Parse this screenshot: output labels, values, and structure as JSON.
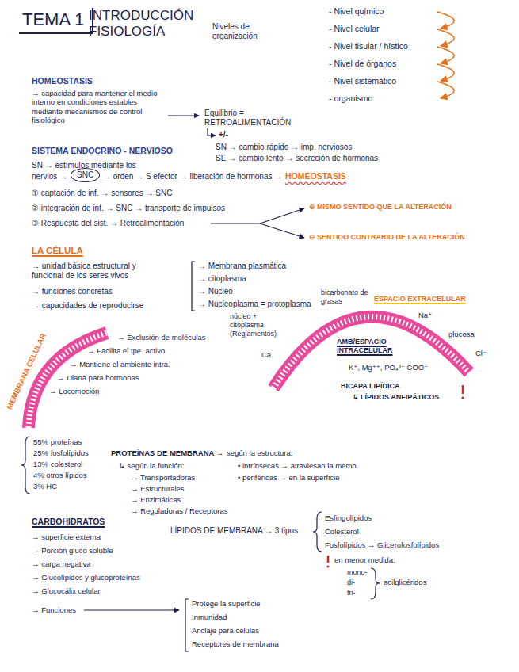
{
  "diagram": {
    "title": "INTRODUCCIÓN FISIOLOGÍA",
    "nodes": [
      {
        "text": [
          "TEMA 1"
        ]
      },
      {
        "text": [
          "SNC"
        ]
      }
    ],
    "labels": [
      "Niveles de organización",
      "- Nivel químico",
      "- Nivel celular",
      "- Nivel tisular / hístico",
      "- Nivel de órganos",
      "- Nivel sistemático",
      "- organismo",
      "HOMEOSTASIS",
      "→ capacidad para mantener el medio interno en condiciones estables mediante mecanismos de control fisiológico",
      "Equilibrio = RETROALIMENTACIÓN",
      "+/-",
      "SISTEMA ENDOCRINO - NERVIOSO",
      "SN → cambio rápido → imp. nerviosos",
      "SE → cambio lento → secreción de hormonas",
      "SN → estímulos mediante los",
      "nervios →",
      "→ orden → S efector → liberación de hormonas →",
      "HOMEOSTASIS",
      "① captación de inf. → sensores → SNC",
      "② integración de inf. → SNC → transporte de impulsos",
      "③ Respuesta del sist. → Retroalimentación",
      "⊕ MISMO SENTIDO QUE LA ALTERACIÓN",
      "⊖ SENTIDO CONTRARIO DE LA ALTERACIÓN",
      "LA CÉLULA",
      "→ unidad básica estructural y funcional de los seres vivos",
      "→ funciones concretas",
      "→ capacidades de reproducirse",
      "→ Membrana plasmática",
      "→ citoplasma",
      "→ Núcleo",
      "→ Nucleoplasma = protoplasma",
      "núcleo + citoplasma (Reglamentos)",
      "MEMBRANA CELULAR",
      "→ Exclusión de moléculas",
      "→ Facilita el tpe. activo",
      "→ Mantiene el ambiente intra.",
      "→ Diana para hormonas",
      "→ Locomoción",
      "bicarbonato de grasas",
      "ESPACIO EXTRACELULAR",
      "Na⁺",
      "glucosa",
      "Cl⁻",
      "Ca",
      "AMB/ESPACIO INTRACELULAR",
      "K⁺, Mg⁺⁺, PO₄³⁻ COO⁻",
      "BICAPA LIPÍDICA",
      "↳ LÍPIDOS ANFIPÁTICOS",
      "55% proteínas",
      "25% fosfolípidos",
      "13% colesterol",
      "4% otros lípidos",
      "3% HC",
      "PROTEÍNAS DE MEMBRANA →",
      "según la estructura:",
      "• intrínsecas → atraviesan la memb.",
      "• periféricas → en la superficie",
      "↳ según la función:",
      "→ Transportadoras",
      "→ Estructurales",
      "→ Enzimáticas",
      "→ Reguladoras / Receptoras",
      "CARBOHIDRATOS",
      "→ superficie externa",
      "→ Porción gluco soluble",
      "→ carga negativa",
      "→ Glucolípidos y glucoproteínas",
      "→ Glucocálix celular",
      "→ Funciones",
      "Protege la superficie",
      "Inmunidad",
      "Anclaje para células",
      "Receptores de membrana",
      "LÍPIDOS DE MEMBRANA → 3 tipos",
      "Esfingolípidos",
      "Colesterol",
      "Fosfolípidos → Glicerofosfolípidos",
      "en menor medida:",
      "mono-",
      "di-",
      "tri-",
      "acilglicéridos"
    ]
  }
}
